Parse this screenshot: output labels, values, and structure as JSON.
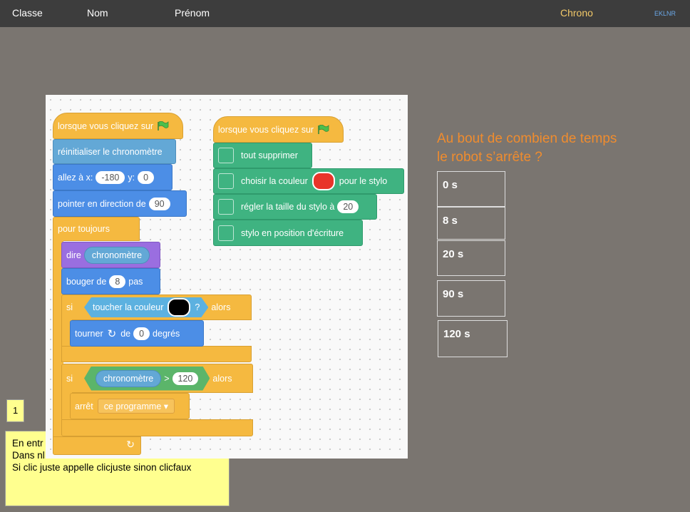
{
  "topbar": {
    "classe": "Classe",
    "nom": "Nom",
    "prenom": "Prénom",
    "chrono": "Chrono",
    "code": "EKLNR"
  },
  "script_left": {
    "hat": "lorsque vous cliquez sur",
    "reset_timer": "réinitialiser le chronomètre",
    "goto_label": "allez à x:",
    "goto_x": "-180",
    "goto_y_label": "y:",
    "goto_y": "0",
    "point_label": "pointer en direction de",
    "point_value": "90",
    "forever": "pour toujours",
    "say": "dire",
    "say_value": "chronomètre",
    "move_label": "bouger de",
    "move_value": "8",
    "move_unit": "pas",
    "if1": "si",
    "touch_color": "toucher la couleur",
    "touch_q": "?",
    "then1": "alors",
    "turn_label": "tourner",
    "turn_of": "de",
    "turn_value": "0",
    "turn_unit": "degrés",
    "if2": "si",
    "cond_timer": "chronomètre",
    "cond_op": ">",
    "cond_value": "120",
    "then2": "alors",
    "stop": "arrêt",
    "stop_option": "ce programme"
  },
  "script_right": {
    "hat": "lorsque vous cliquez sur",
    "clear": "tout supprimer",
    "set_color": "choisir la couleur",
    "set_color_suffix": "pour le stylo",
    "set_size": "régler la taille du stylo à",
    "size_value": "20",
    "pen_down": "stylo en position d'écriture"
  },
  "colors": {
    "touch_color": "#000000",
    "pen_color": "#e8342a"
  },
  "question": {
    "line1": "Au bout de combien de temps",
    "line2": "le robot s’arrête ?",
    "answers": [
      "0 s",
      "8 s",
      "20 s",
      "90 s",
      "120 s"
    ]
  },
  "note": {
    "number": "1",
    "line1": "En entr",
    "line2": "Dans nl",
    "line3": "Si clic juste appelle clicjuste sinon clicfaux"
  }
}
